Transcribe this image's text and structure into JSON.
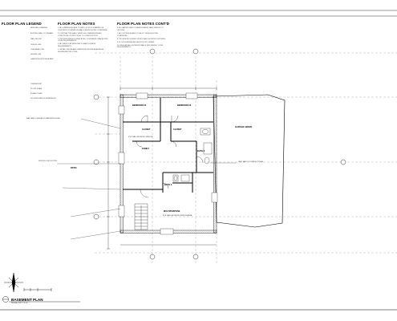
{
  "headers": {
    "legend": "FLOOR PLAN LEGEND",
    "notes": "FLOOR PLAN NOTES",
    "notes_cont": "FLOOR PLAN NOTES CONT'D"
  },
  "legend_items": [
    {
      "label": "NEW WALL FRAMING"
    },
    {
      "label": "EXISTING WALL TO REMAIN"
    },
    {
      "label": "WALL BELOW"
    },
    {
      "label": "CEILING LINE"
    },
    {
      "label": "OVERHEAD LINE"
    },
    {
      "label": "HIDDEN LINE"
    },
    {
      "label": "CARBON MONOXIDE ALARM"
    }
  ],
  "legend_items_lower": [
    {
      "label": "THERMOSTAT"
    },
    {
      "label": "FLOOR DRAIN"
    },
    {
      "label": "EXHAUST FAN"
    },
    {
      "label": "ROOM ELEVATION REFERENCE"
    }
  ],
  "notes_col1": [
    "1. ALL DIMENSIONS ARE TO FACE OF STUD FRAMING OR CONCRETE FOUNDATION WALL UNLESS NOTED OTHERWISE.",
    "2. CONTRACTOR SHALL VERIFY ALL DIMENSIONS AND CONDITIONS ON SITE PRIOR TO CONSTRUCTION.",
    "3. PROVIDE FIRE BLOCKING AT ALL CONCEALED SPACES PER CODE REQUIREMENTS.",
    "4. ALL BEDROOM WINDOWS TO MEET EGRESS REQUIREMENTS.",
    "5. INSTALL SMOKE AND CARBON MONOXIDE ALARMS AS SHOWN AND PER CODE."
  ],
  "notes_col2": [
    "6. ALL BATHROOMS TO HAVE EXHAUST FANS VENTED TO OUTSIDE.",
    "7. ALL GYPSUM BOARD TO BE 1/2\" UNLESS NOTED OTHERWISE.",
    "8. PROVIDE BLOCKING FOR ALL WALL MOUNTED FIXTURES.",
    "9. FLOOR FINISHES AS SELECTED BY OWNER.",
    "10. INSULATE ALL EXTERIOR WALLS PER ENERGY CODE REQUIREMENTS."
  ],
  "rooms": {
    "bedroom_2": "BEDROOM #2",
    "bedroom_3": "BEDROOM #3",
    "closet_1": "CLOSET",
    "closet_2": "CLOSET",
    "family": "FAMILY",
    "bath_2": "BATH 2",
    "bath_3": "BATH 3",
    "garage": "GARAGE ABOVE",
    "multipurpose": "MULTIPURPOSE",
    "patio": "PATIO"
  },
  "annotations": {
    "family_note": "4'X8' WALL-MOUNTED WINDOW",
    "multi_note": "4'X8' WALL-MOUNTED WINDOW AREA",
    "vent_note": "VENT FAN TO OUTSIDE TYPICAL",
    "wall_note": "WALL AND FOUNDATION WATERPROOFING",
    "mech_note": "DROP FLOOR FOOTING"
  },
  "title": {
    "main": "BASEMENT PLAN",
    "scale": "SCALE: 1/8\" = 1'-0\""
  },
  "colors": {
    "line": "#000000",
    "hatch": "#555555",
    "text": "#000000"
  }
}
